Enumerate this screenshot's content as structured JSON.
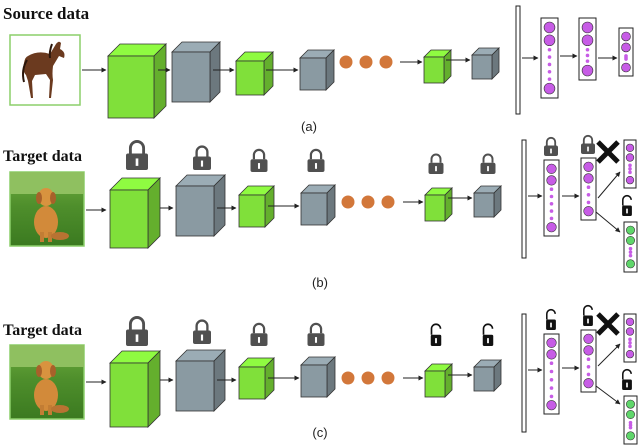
{
  "rows": [
    {
      "title": "Source data",
      "caption": "(a)",
      "image": "horse-photo"
    },
    {
      "title": "Target data",
      "caption": "(b)",
      "image": "dog-photo"
    },
    {
      "title": "Target data",
      "caption": "(c)",
      "image": "dog-photo"
    }
  ],
  "colors": {
    "conv_block": "#80e03a",
    "pool_block": "#8a9aa2",
    "dots": "#d2773a",
    "neuron_purple": "#c75ce6",
    "neuron_green": "#5fd66a",
    "lock": "#505050"
  },
  "icons": [
    "lock-closed-icon",
    "lock-open-icon",
    "cross-icon",
    "horse-photo",
    "dog-photo"
  ]
}
